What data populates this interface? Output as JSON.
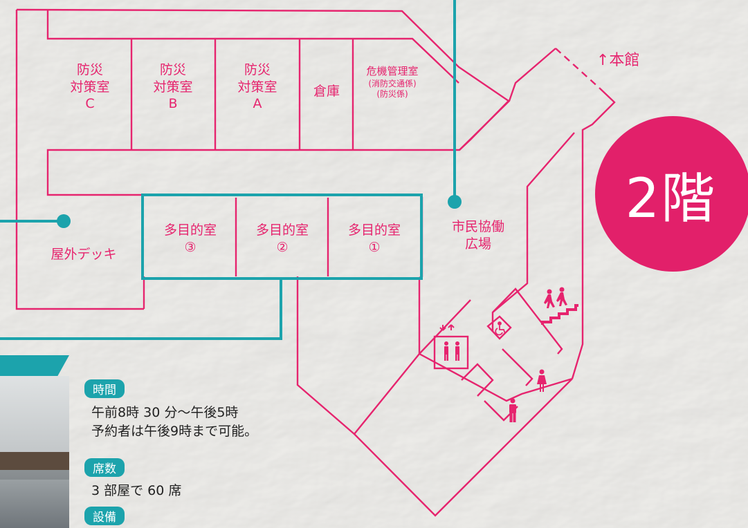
{
  "rooms": {
    "bousai_c": [
      "防災",
      "対策室",
      "C"
    ],
    "bousai_b": [
      "防災",
      "対策室",
      "B"
    ],
    "bousai_a": [
      "防災",
      "対策室",
      "A"
    ],
    "souko": "倉庫",
    "kiki": [
      "危機管理室",
      "(消防交通係)",
      "(防災係)"
    ],
    "tamokuteki_3": [
      "多目的室",
      "③"
    ],
    "tamokuteki_2": [
      "多目的室",
      "②"
    ],
    "tamokuteki_1": [
      "多目的室",
      "①"
    ]
  },
  "areas": {
    "deck": "屋外デッキ",
    "plaza": [
      "市民協働",
      "広場"
    ],
    "honkan": "↑本館"
  },
  "floor": "2階",
  "info": {
    "time_label": "時間",
    "time_lines": [
      "午前8時 30 分〜午後5時",
      "予約者は午後9時まで可能。"
    ],
    "seats_label": "席数",
    "seats_value": "3 部屋で 60 席",
    "equipment_label": "設備"
  },
  "icons": [
    "elevator-icon",
    "accessible-toilet-icon",
    "stairs-icon",
    "womens-toilet-icon",
    "mens-toilet-icon"
  ],
  "colors": {
    "wall": "#e6246e",
    "highlight": "#1ca3ac",
    "badge": "#e2206a"
  }
}
